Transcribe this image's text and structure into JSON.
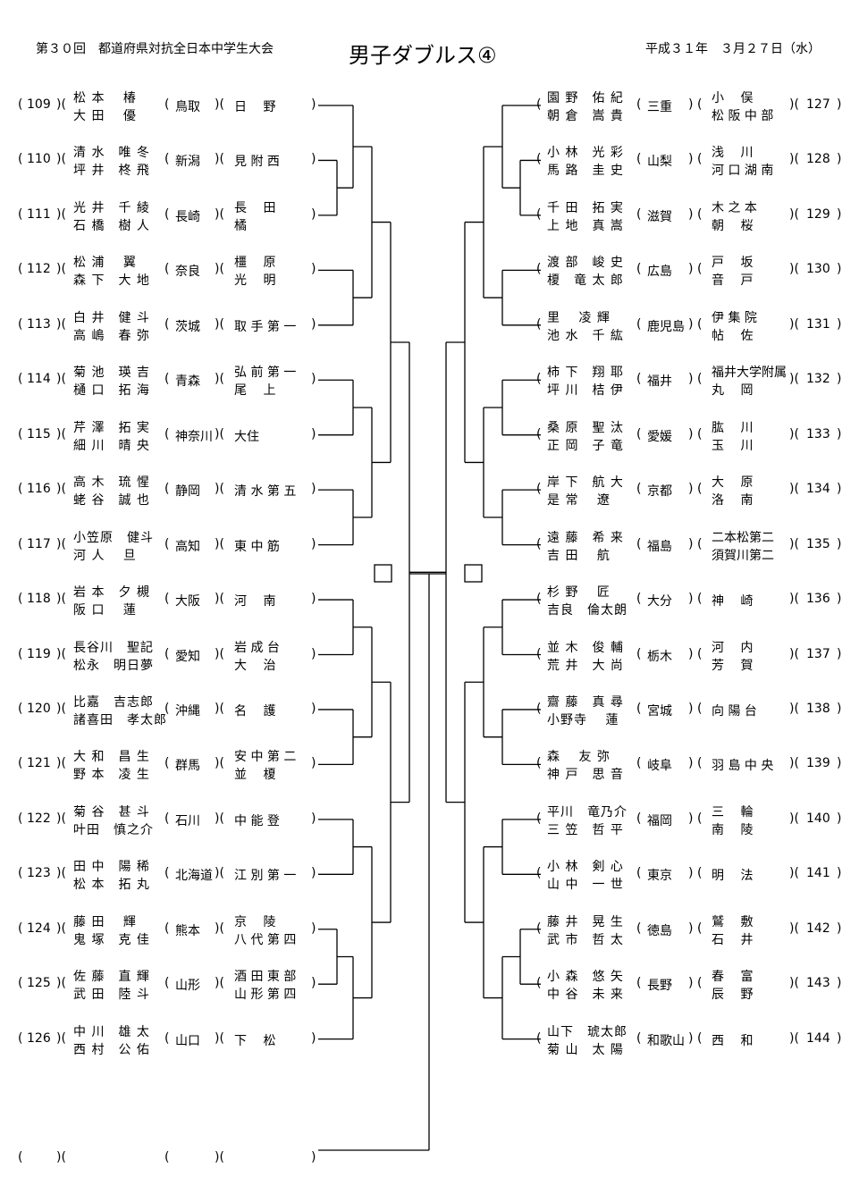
{
  "header": {
    "tournament": "第３０回　都道府県対抗全日本中学生大会",
    "event": "男子ダブルス④",
    "date": "平成３１年　３月２７日（水）"
  },
  "left": [
    {
      "num": "109",
      "p1": "松 本　 椿",
      "p2": "大 田　 優",
      "pref": "鳥取",
      "s1": "日　 野",
      "s2": ""
    },
    {
      "num": "110",
      "p1": "清 水　唯 冬",
      "p2": "坪 井　柊 飛",
      "pref": "新潟",
      "s1": "見 附 西",
      "s2": ""
    },
    {
      "num": "111",
      "p1": "光 井　千 綾",
      "p2": "石 橋　樹 人",
      "pref": "長崎",
      "s1": "長　 田",
      "s2": "橘"
    },
    {
      "num": "112",
      "p1": "松 浦　 翼",
      "p2": "森 下　大 地",
      "pref": "奈良",
      "s1": "橿　 原",
      "s2": "光　 明"
    },
    {
      "num": "113",
      "p1": "白 井　健 斗",
      "p2": "高 嶋　春 弥",
      "pref": "茨城",
      "s1": "取 手 第 一",
      "s2": ""
    },
    {
      "num": "114",
      "p1": "菊 池　瑛 吉",
      "p2": "樋 口　拓 海",
      "pref": "青森",
      "s1": "弘 前 第 一",
      "s2": "尾　 上"
    },
    {
      "num": "115",
      "p1": "芹 澤　拓 実",
      "p2": "細 川　晴 央",
      "pref": "神奈川",
      "s1": "大住",
      "s2": ""
    },
    {
      "num": "116",
      "p1": "高 木　琉 惺",
      "p2": "蛯 谷　誠 也",
      "pref": "静岡",
      "s1": "清 水 第 五",
      "s2": ""
    },
    {
      "num": "117",
      "p1": "小笠原　健斗",
      "p2": "河 人　 旦",
      "pref": "高知",
      "s1": "東 中 筋",
      "s2": ""
    },
    {
      "num": "118",
      "p1": "岩 本　夕 槻",
      "p2": "阪 口　 蓮",
      "pref": "大阪",
      "s1": "河　 南",
      "s2": ""
    },
    {
      "num": "119",
      "p1": "長谷川　聖記",
      "p2": "松永　明日夢",
      "pref": "愛知",
      "s1": "岩 成 台",
      "s2": "大　 治"
    },
    {
      "num": "120",
      "p1": "比嘉　吉志郎",
      "p2": "諸喜田　孝太郎",
      "pref": "沖縄",
      "s1": "名　 護",
      "s2": ""
    },
    {
      "num": "121",
      "p1": "大 和　昌 生",
      "p2": "野 本　凌 生",
      "pref": "群馬",
      "s1": "安 中 第 二",
      "s2": "並　 榎"
    },
    {
      "num": "122",
      "p1": "菊 谷　甚 斗",
      "p2": "叶田　慎之介",
      "pref": "石川",
      "s1": "中 能 登",
      "s2": ""
    },
    {
      "num": "123",
      "p1": "田 中　陽 稀",
      "p2": "松 本　拓 丸",
      "pref": "北海道",
      "s1": "江 別 第 一",
      "s2": ""
    },
    {
      "num": "124",
      "p1": "藤 田　 輝",
      "p2": "鬼 塚　克 佳",
      "pref": "熊本",
      "s1": "京　 陵",
      "s2": "八 代 第 四"
    },
    {
      "num": "125",
      "p1": "佐 藤　直 輝",
      "p2": "武 田　陸 斗",
      "pref": "山形",
      "s1": "酒 田 東 部",
      "s2": "山 形 第 四"
    },
    {
      "num": "126",
      "p1": "中 川　雄 太",
      "p2": "西 村　公 佑",
      "pref": "山口",
      "s1": "下　 松",
      "s2": ""
    }
  ],
  "right": [
    {
      "num": "127",
      "p1": "園 野　佑 紀",
      "p2": "朝 倉　嵩 貴",
      "pref": "三重",
      "s1": "小　 俣",
      "s2": "松 阪 中 部"
    },
    {
      "num": "128",
      "p1": "小 林　光 彩",
      "p2": "馬 路　圭 史",
      "pref": "山梨",
      "s1": "浅　 川",
      "s2": "河 口 湖 南"
    },
    {
      "num": "129",
      "p1": "千 田　拓 実",
      "p2": "上 地　真 嵩",
      "pref": "滋賀",
      "s1": "木 之 本",
      "s2": "朝　 桜"
    },
    {
      "num": "130",
      "p1": "渡 部　峻 史",
      "p2": "榎　竜 太 郎",
      "pref": "広島",
      "s1": "戸　 坂",
      "s2": "音　 戸"
    },
    {
      "num": "131",
      "p1": "里　 凌 輝",
      "p2": "池 水　千 紘",
      "pref": "鹿児島",
      "s1": "伊 集 院",
      "s2": "帖　 佐"
    },
    {
      "num": "132",
      "p1": "柿 下　翔 耶",
      "p2": "坪 川　桔 伊",
      "pref": "福井",
      "s1": "福井大学附属",
      "s2": "丸　 岡"
    },
    {
      "num": "133",
      "p1": "桑 原　聖 汰",
      "p2": "正 岡　子 竜",
      "pref": "愛媛",
      "s1": "肱　 川",
      "s2": "玉　 川"
    },
    {
      "num": "134",
      "p1": "岸 下　航 大",
      "p2": "是 常　 遼",
      "pref": "京都",
      "s1": "大　 原",
      "s2": "洛　 南"
    },
    {
      "num": "135",
      "p1": "遠 藤　希 来",
      "p2": "吉 田　 航",
      "pref": "福島",
      "s1": "二本松第二",
      "s2": "須賀川第二"
    },
    {
      "num": "136",
      "p1": "杉 野　 匠",
      "p2": "吉良　倫太朗",
      "pref": "大分",
      "s1": "神　 崎",
      "s2": ""
    },
    {
      "num": "137",
      "p1": "並 木　俊 輔",
      "p2": "荒 井　大 尚",
      "pref": "栃木",
      "s1": "河　 内",
      "s2": "芳　 賀"
    },
    {
      "num": "138",
      "p1": "齋 藤　真 尋",
      "p2": "小野寺　 蓮",
      "pref": "宮城",
      "s1": "向 陽 台",
      "s2": ""
    },
    {
      "num": "139",
      "p1": "森　 友 弥",
      "p2": "神 戸　思 音",
      "pref": "岐阜",
      "s1": "羽 島 中 央",
      "s2": ""
    },
    {
      "num": "140",
      "p1": "平川　竜乃介",
      "p2": "三 笠　哲 平",
      "pref": "福岡",
      "s1": "三　 輪",
      "s2": "南　 陵"
    },
    {
      "num": "141",
      "p1": "小 林　剣 心",
      "p2": "山 中　一 世",
      "pref": "東京",
      "s1": "明　 法",
      "s2": ""
    },
    {
      "num": "142",
      "p1": "藤 井　晃 生",
      "p2": "武 市　哲 太",
      "pref": "徳島",
      "s1": "鷲　 敷",
      "s2": "石　 井"
    },
    {
      "num": "143",
      "p1": "小 森　悠 矢",
      "p2": "中 谷　未 来",
      "pref": "長野",
      "s1": "春　 富",
      "s2": "辰　 野"
    },
    {
      "num": "144",
      "p1": "山下　琥太郎",
      "p2": "菊 山　太 陽",
      "pref": "和歌山",
      "s1": "西　 和",
      "s2": ""
    }
  ]
}
